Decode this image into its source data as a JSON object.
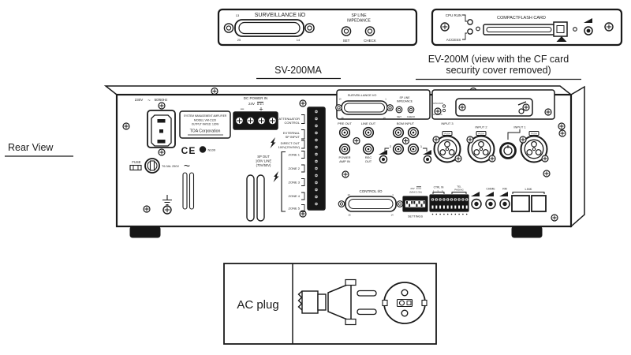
{
  "page": {
    "bg": "#ffffff",
    "ink": "#1a1a1a"
  },
  "captions": {
    "sv_model": "SV-200MA",
    "ev_line1": "EV-200M (view with the CF card",
    "ev_line2": "security cover removed)",
    "rear_view": "Rear View",
    "ac_plug": "AC plug"
  },
  "sv_module": {
    "title": "SURVEILLANCE I/O",
    "pin_tl": "13",
    "pin_tr": "1",
    "pin_bl": "25",
    "pin_br": "14",
    "sp_line": "SP LINE",
    "impedance": "IMPEDANCE",
    "set": "SET",
    "check": "CHECK"
  },
  "ev_module": {
    "cpu_run": "CPU RUN",
    "access": "ACCESS",
    "cf_card": "COMPACTFLASH CARD"
  },
  "panel": {
    "mains": {
      "voltage": "230V",
      "ac": "~",
      "freq": "50/60Hz"
    },
    "plate": {
      "l1": "SYSTEM MANAGEMENT AMPLIFIER",
      "l2": "MODEL VM-2120",
      "l3": "OUTPUT RATED: 120W",
      "l4": "TOA Corporation",
      "ce": "CE",
      "ctick": "N109"
    },
    "dc": {
      "l1": "DC POWER IN",
      "l2": "24V",
      "minus": "−",
      "plus": "+"
    },
    "fuse": {
      "label": "FUSE",
      "rating": "T6.3AL 250V"
    },
    "sp": {
      "att1": "ATTENUATOR",
      "att2": "CONTROL",
      "ext1": "EXTERNAL",
      "ext2": "SP INPUT",
      "dir1": "DIRECT OUT",
      "dir2": "100V(70V/50V)",
      "spout1": "SP OUT",
      "spout2": "100V LINE",
      "spout3": "(70V/50V)",
      "zones": [
        "ZONE 1",
        "ZONE 2",
        "ZONE 3",
        "ZONE 4",
        "ZONE 5"
      ]
    },
    "slots": {
      "surv": "SURVEILLANCE I/O",
      "pin_tl": "13",
      "pin_tr": "1",
      "pin_bl": "25",
      "pin_br": "14",
      "sp_line": "SP LINE",
      "impedance": "IMPEDANCE",
      "set": "SET",
      "check": "CHECK",
      "cpu_run": "CPU RUN",
      "access": "ACCESS"
    },
    "io": {
      "pre_out": "PRE OUT",
      "line_out": "LINE OUT",
      "power": "POWER",
      "amp_in": "AMP IN",
      "rec": "REC",
      "out": "OUT",
      "bgm": "BGM INPUT",
      "n2": "2",
      "n1": "1",
      "input3": "INPUT 3",
      "input2": "INPUT 2",
      "input1": "INPUT 1",
      "push": "PUSH"
    },
    "bottom": {
      "control_io": "CONTROL I/O",
      "pin_tl": "13",
      "pin_tr": "1",
      "pin_bl": "25",
      "pin_br": "14",
      "v24": "24V",
      "max": "(MAX 0.3A)",
      "settings": "SETTINGS",
      "ctrl_in": "CTRL IN",
      "nums": "1 2 3",
      "tel": "TEL",
      "paging": "PAGING",
      "chime": "CHIME",
      "rm": "RM",
      "link": "LINK"
    }
  }
}
